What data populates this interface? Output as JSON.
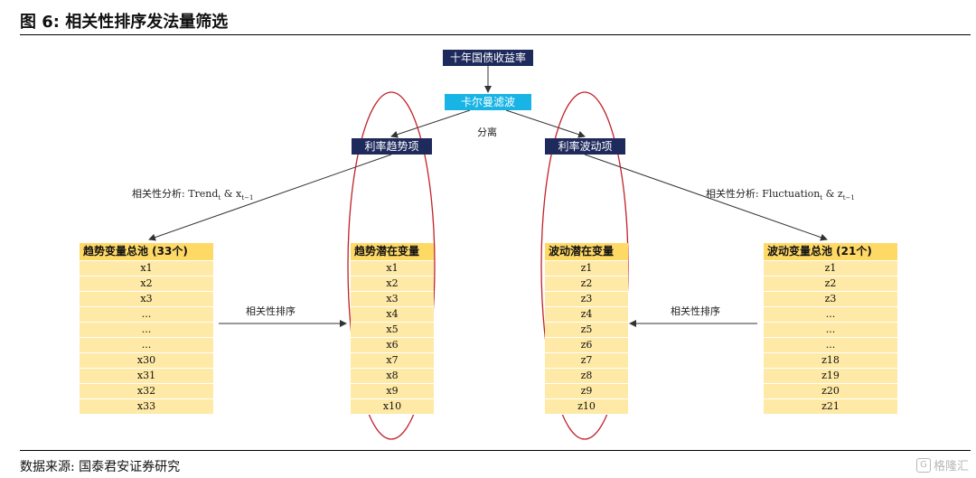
{
  "figure": {
    "title": "图 6: 相关性排序发法量筛选",
    "source": "数据来源: 国泰君安证券研究",
    "watermark": "格隆汇"
  },
  "nodes": {
    "top": "十年国债收益率",
    "filter": "卡尔曼滤波",
    "split_label": "分离",
    "trend": "利率趋势项",
    "fluct": "利率波动项"
  },
  "labels": {
    "corr_left_prefix": "相关性分析: Trend",
    "corr_left_sub1": "t",
    "corr_left_mid": " & x",
    "corr_left_sub2": "t−1",
    "corr_right_prefix": "相关性分析: Fluctuation",
    "corr_right_sub1": "t",
    "corr_right_mid": " & z",
    "corr_right_sub2": "t−1",
    "sort_left": "相关性排序",
    "sort_right": "相关性排序"
  },
  "tables": {
    "pool_trend": {
      "header": "趋势变量总池 (33个)",
      "rows": [
        "x1",
        "x2",
        "x3",
        "...",
        "...",
        "...",
        "x30",
        "x31",
        "x32",
        "x33"
      ]
    },
    "latent_trend": {
      "header": "趋势潜在变量",
      "rows": [
        "x1",
        "x2",
        "x3",
        "x4",
        "x5",
        "x6",
        "x7",
        "x8",
        "x9",
        "x10"
      ]
    },
    "latent_fluct": {
      "header": "波动潜在变量",
      "rows": [
        "z1",
        "z2",
        "z3",
        "z4",
        "z5",
        "z6",
        "z7",
        "z8",
        "z9",
        "z10"
      ]
    },
    "pool_fluct": {
      "header": "波动变量总池 (21个)",
      "rows": [
        "z1",
        "z2",
        "z3",
        "...",
        "...",
        "...",
        "z18",
        "z19",
        "z20",
        "z21"
      ]
    }
  },
  "colors": {
    "node_dark": "#1f2a5c",
    "node_cyan": "#19b4e6",
    "table_header": "#ffd966",
    "table_row": "#ffe9a6",
    "ellipse": "#c0202a"
  }
}
